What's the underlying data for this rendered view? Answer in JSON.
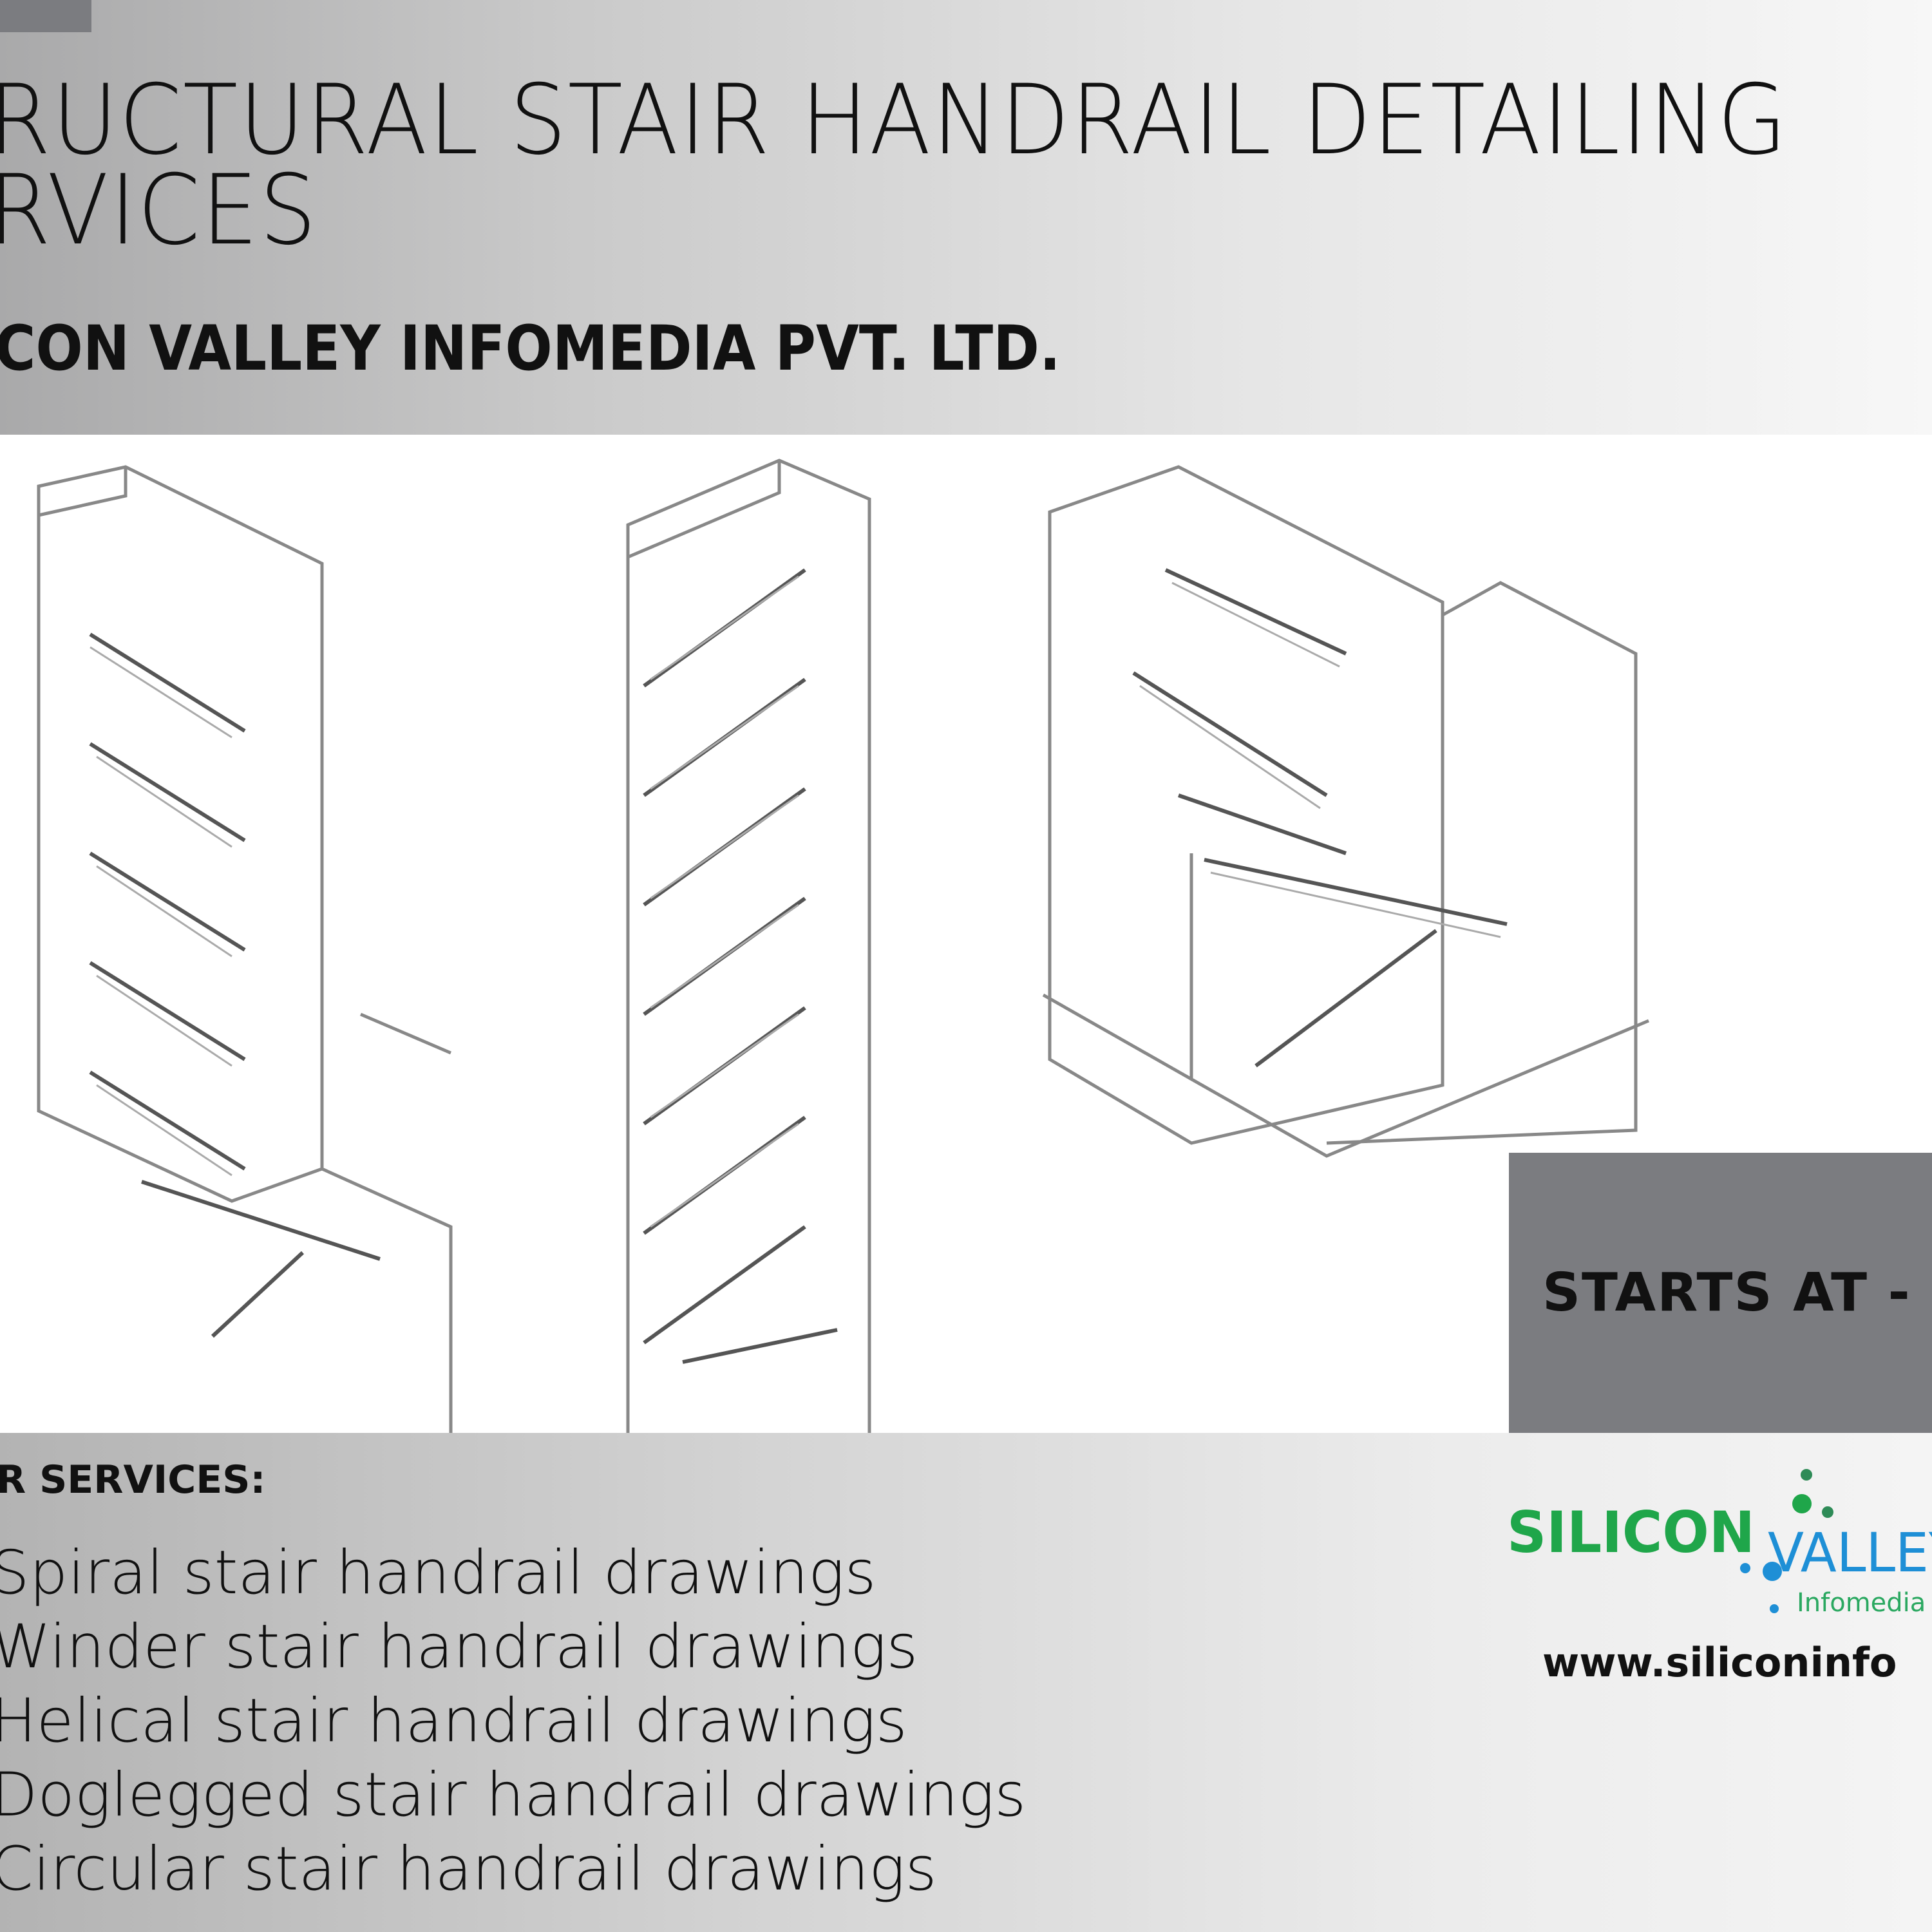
{
  "header": {
    "title_line1": "RUCTURAL STAIR HANDRAIL DETAILING",
    "title_line2": "RVICES",
    "company": "CON VALLEY INFOMEDIA PVT. LTD."
  },
  "price_box": {
    "label": "STARTS AT - "
  },
  "services": {
    "heading": "R SERVICES:",
    "items": [
      "Spiral stair handrail drawings",
      "Winder stair handrail drawings",
      "Helical stair handrail drawings",
      "Doglegged stair handrail drawings",
      "Circular stair handrail drawings"
    ]
  },
  "logo": {
    "word1": "SILICON",
    "word2": "VALLEY",
    "tagline": "Infomedia"
  },
  "website": "www.siliconinfo",
  "colors": {
    "box": "#7b7c80",
    "logo_green": "#1fa64a",
    "logo_blue": "#1e8fd6"
  }
}
